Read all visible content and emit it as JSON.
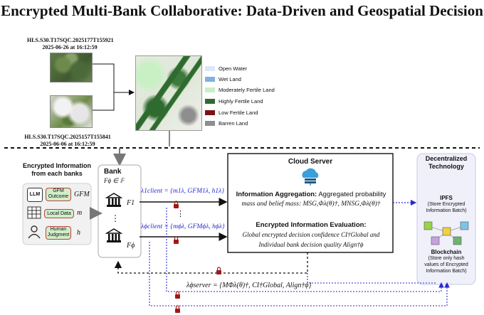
{
  "title": "Encrypted Multi-Bank Collaborative: Data-Driven and Geospatial Decision",
  "images": {
    "top_id": "HLS.S30.T17SQC.2025177T155921",
    "top_date": "2025-06-26 at 16:12:59",
    "bottom_id": "HLS.S30.T17SQC.2025157T155841",
    "bottom_date": "2025-06-06 at 16:12:59"
  },
  "legend": [
    {
      "label": "Open Water",
      "color": "#dbe8f8"
    },
    {
      "label": "Wet Land",
      "color": "#7fb1e4"
    },
    {
      "label": "Moderately Fertile Land",
      "color": "#c8f0c4"
    },
    {
      "label": "Highly Fertile Land",
      "color": "#2f6b2f"
    },
    {
      "label": "Low Fertile Land",
      "color": "#7a1414"
    },
    {
      "label": "Barren Land",
      "color": "#8e8e8e"
    }
  ],
  "left_panel": {
    "title_line1": "Encrypted Information",
    "title_line2": "from each banks",
    "llm": "LLM",
    "gfm_label_line1": "GFM",
    "gfm_label_line2": "Outcome",
    "gfm_var": "GFM",
    "local_label": "Local Data",
    "local_var": "m",
    "human_label_line1": "Human",
    "human_label_line2": "Judgment",
    "human_var": "h"
  },
  "bank": {
    "title": "Bank",
    "set": "Fϕ ∈ 𝔽",
    "f1": "F1",
    "fphi": "Fϕ",
    "dots": "⋮"
  },
  "client_msgs": {
    "top": "λ1client = {m1λ, GFM1λ, h1λ}",
    "bottom": "λϕclient = {mϕλ, GFMϕλ, hϕλ}",
    "dots": "⋮"
  },
  "cloud": {
    "title": "Cloud Server",
    "agg_bold": "Information Aggregation:",
    "agg_text1": "Aggregated probability",
    "agg_text2": "mass and belief mass: MSG,Φλ(θ)†, MNSG,Φλ(θ)†",
    "eval_bold": "Encrypted Information Evaluation:",
    "eval_text1": "Global encrypted decision confidence CI†Global and",
    "eval_text2": "Individual bank decision quality Align†ϕ"
  },
  "server_msg": "λϕserver = {MΦλ(θ)†, CI†Global, Align†ϕ}",
  "decentralized": {
    "title_line1": "Decentralized",
    "title_line2": "Technology",
    "ipfs_title": "IPFS",
    "ipfs_desc_line1": "(Store Encrypted",
    "ipfs_desc_line2": "Information Batch)",
    "chain_title": "Blockchain",
    "chain_desc_line1": "(Store only hash",
    "chain_desc_line2": "values of Encrypted",
    "chain_desc_line3": "Information Batch)"
  }
}
